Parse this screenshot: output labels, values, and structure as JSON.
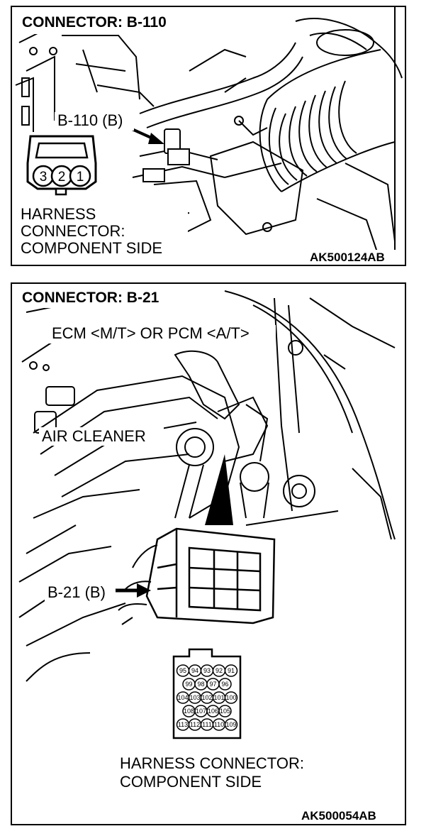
{
  "panel1": {
    "title": "CONNECTOR: B-110",
    "callout": "B-110 (B)",
    "pins": [
      "3",
      "2",
      "1"
    ],
    "harness_line1": "HARNESS",
    "harness_line2": "CONNECTOR:",
    "harness_line3": "COMPONENT SIDE",
    "code": "AK500124AB"
  },
  "panel2": {
    "title": "CONNECTOR: B-21",
    "ecm_label": "ECM <M/T> OR PCM <A/T>",
    "air_cleaner": "AIR CLEANER",
    "callout": "B-21 (B)",
    "pin_rows": [
      [
        "95",
        "94",
        "93",
        "92",
        "91"
      ],
      [
        "99",
        "98",
        "97",
        "96"
      ],
      [
        "104",
        "103",
        "102",
        "101",
        "100"
      ],
      [
        "108",
        "107",
        "106",
        "105"
      ],
      [
        "113",
        "112",
        "111",
        "110",
        "109"
      ]
    ],
    "harness_line1": "HARNESS CONNECTOR:",
    "harness_line2": "COMPONENT SIDE",
    "code": "AK500054AB"
  }
}
